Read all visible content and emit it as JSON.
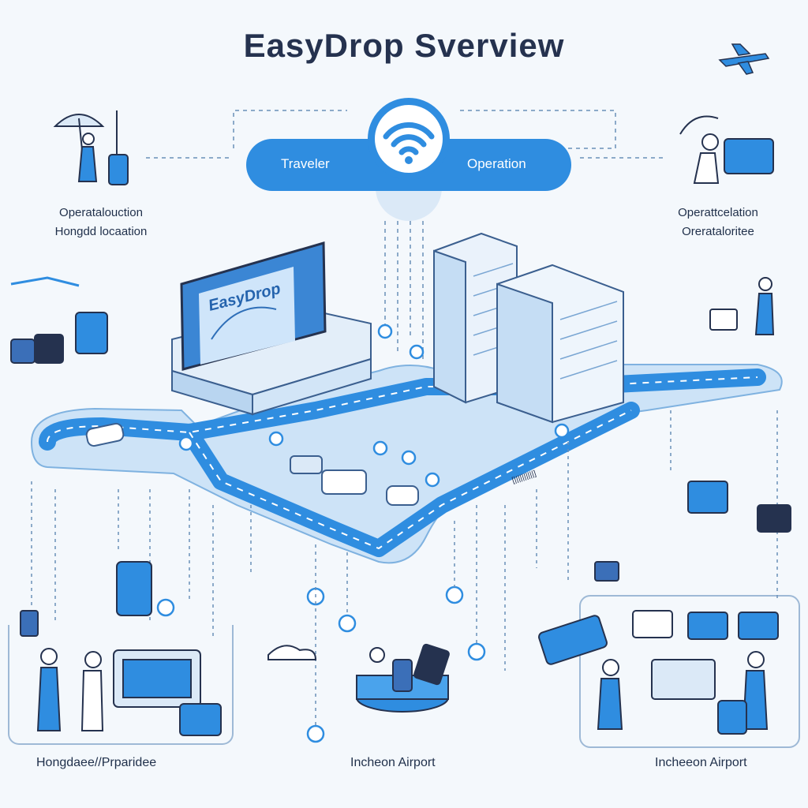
{
  "title": "EasyDrop  Sverview",
  "hub": {
    "left_label": "Traveler",
    "right_label": "Operation",
    "icon": "wifi-icon"
  },
  "left_caption": [
    "Operatalouction",
    "Hongdd locaation"
  ],
  "right_caption": [
    "Operattcelation",
    "Orerataloritee"
  ],
  "billboard_text": "EasyDrop",
  "road_sign": "[||||||||||]",
  "bottom_labels": {
    "left": "Hongdaee//Prparidee",
    "center": "Incheon Airport",
    "right": "Incheeon Airport"
  },
  "colors": {
    "primary": "#2f8de0",
    "road": "#4aa3ec",
    "dark": "#25324f",
    "outline": "#3b5f8f"
  }
}
